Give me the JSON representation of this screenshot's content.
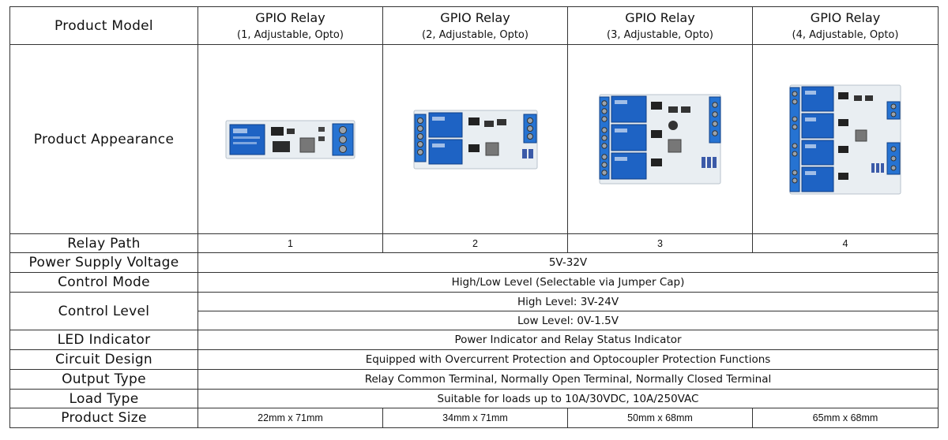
{
  "labels": {
    "model": "Product Model",
    "appearance": "Product Appearance",
    "relay_path": "Relay Path",
    "voltage": "Power Supply Voltage",
    "control_mode": "Control Mode",
    "control_level": "Control Level",
    "led": "LED Indicator",
    "circuit": "Circuit Design",
    "output": "Output Type",
    "load": "Load Type",
    "size": "Product Size"
  },
  "products": [
    {
      "name": "GPIO Relay",
      "variant": "(1, Adjustable, Opto)",
      "relay_path": "1",
      "size": "22mm x 71mm",
      "image": "1-channel-relay-board"
    },
    {
      "name": "GPIO Relay",
      "variant": "(2, Adjustable, Opto)",
      "relay_path": "2",
      "size": "34mm x 71mm",
      "image": "2-channel-relay-board"
    },
    {
      "name": "GPIO Relay",
      "variant": "(3, Adjustable, Opto)",
      "relay_path": "3",
      "size": "50mm x 68mm",
      "image": "3-channel-relay-board"
    },
    {
      "name": "GPIO Relay",
      "variant": "(4, Adjustable, Opto)",
      "relay_path": "4",
      "size": "65mm x 68mm",
      "image": "4-channel-relay-board"
    }
  ],
  "shared": {
    "voltage": "5V-32V",
    "control_mode": "High/Low Level (Selectable via Jumper Cap)",
    "control_level_high": "High Level: 3V-24V",
    "control_level_low": "Low Level: 0V-1.5V",
    "led": "Power Indicator and Relay Status Indicator",
    "circuit": "Equipped with Overcurrent Protection and Optocoupler Protection Functions",
    "output": "Relay Common Terminal, Normally Open Terminal, Normally Closed Terminal",
    "load": "Suitable for loads up to 10A/30VDC, 10A/250VAC"
  },
  "colors": {
    "relay_blue": "#1e63c4",
    "pcb_white": "#e9eef2",
    "terminal_blue": "#2673d2"
  }
}
